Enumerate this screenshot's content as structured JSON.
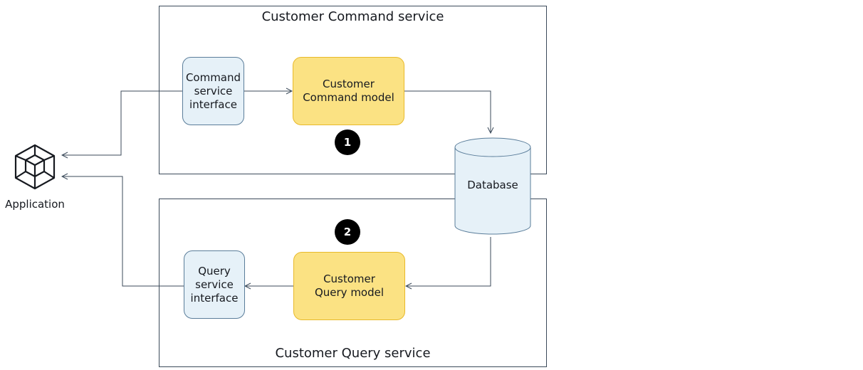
{
  "application": {
    "icon": "cube-icon",
    "label": "Application"
  },
  "command_service": {
    "title": "Customer Command service",
    "interface_label": "Command\nservice\ninterface",
    "model_label": "Customer\nCommand model",
    "step_badge": "1"
  },
  "query_service": {
    "title": "Customer Query service",
    "interface_label": "Query\nservice\ninterface",
    "model_label": "Customer\nQuery model",
    "step_badge": "2"
  },
  "database": {
    "icon": "database-cylinder-icon",
    "label": "Database"
  },
  "colors": {
    "interface_fill": "#e6f1f8",
    "model_fill": "#fbe283",
    "database_fill": "#e6f1f8",
    "frame_border": "#3b4a5a",
    "badge_fill": "#000000"
  }
}
